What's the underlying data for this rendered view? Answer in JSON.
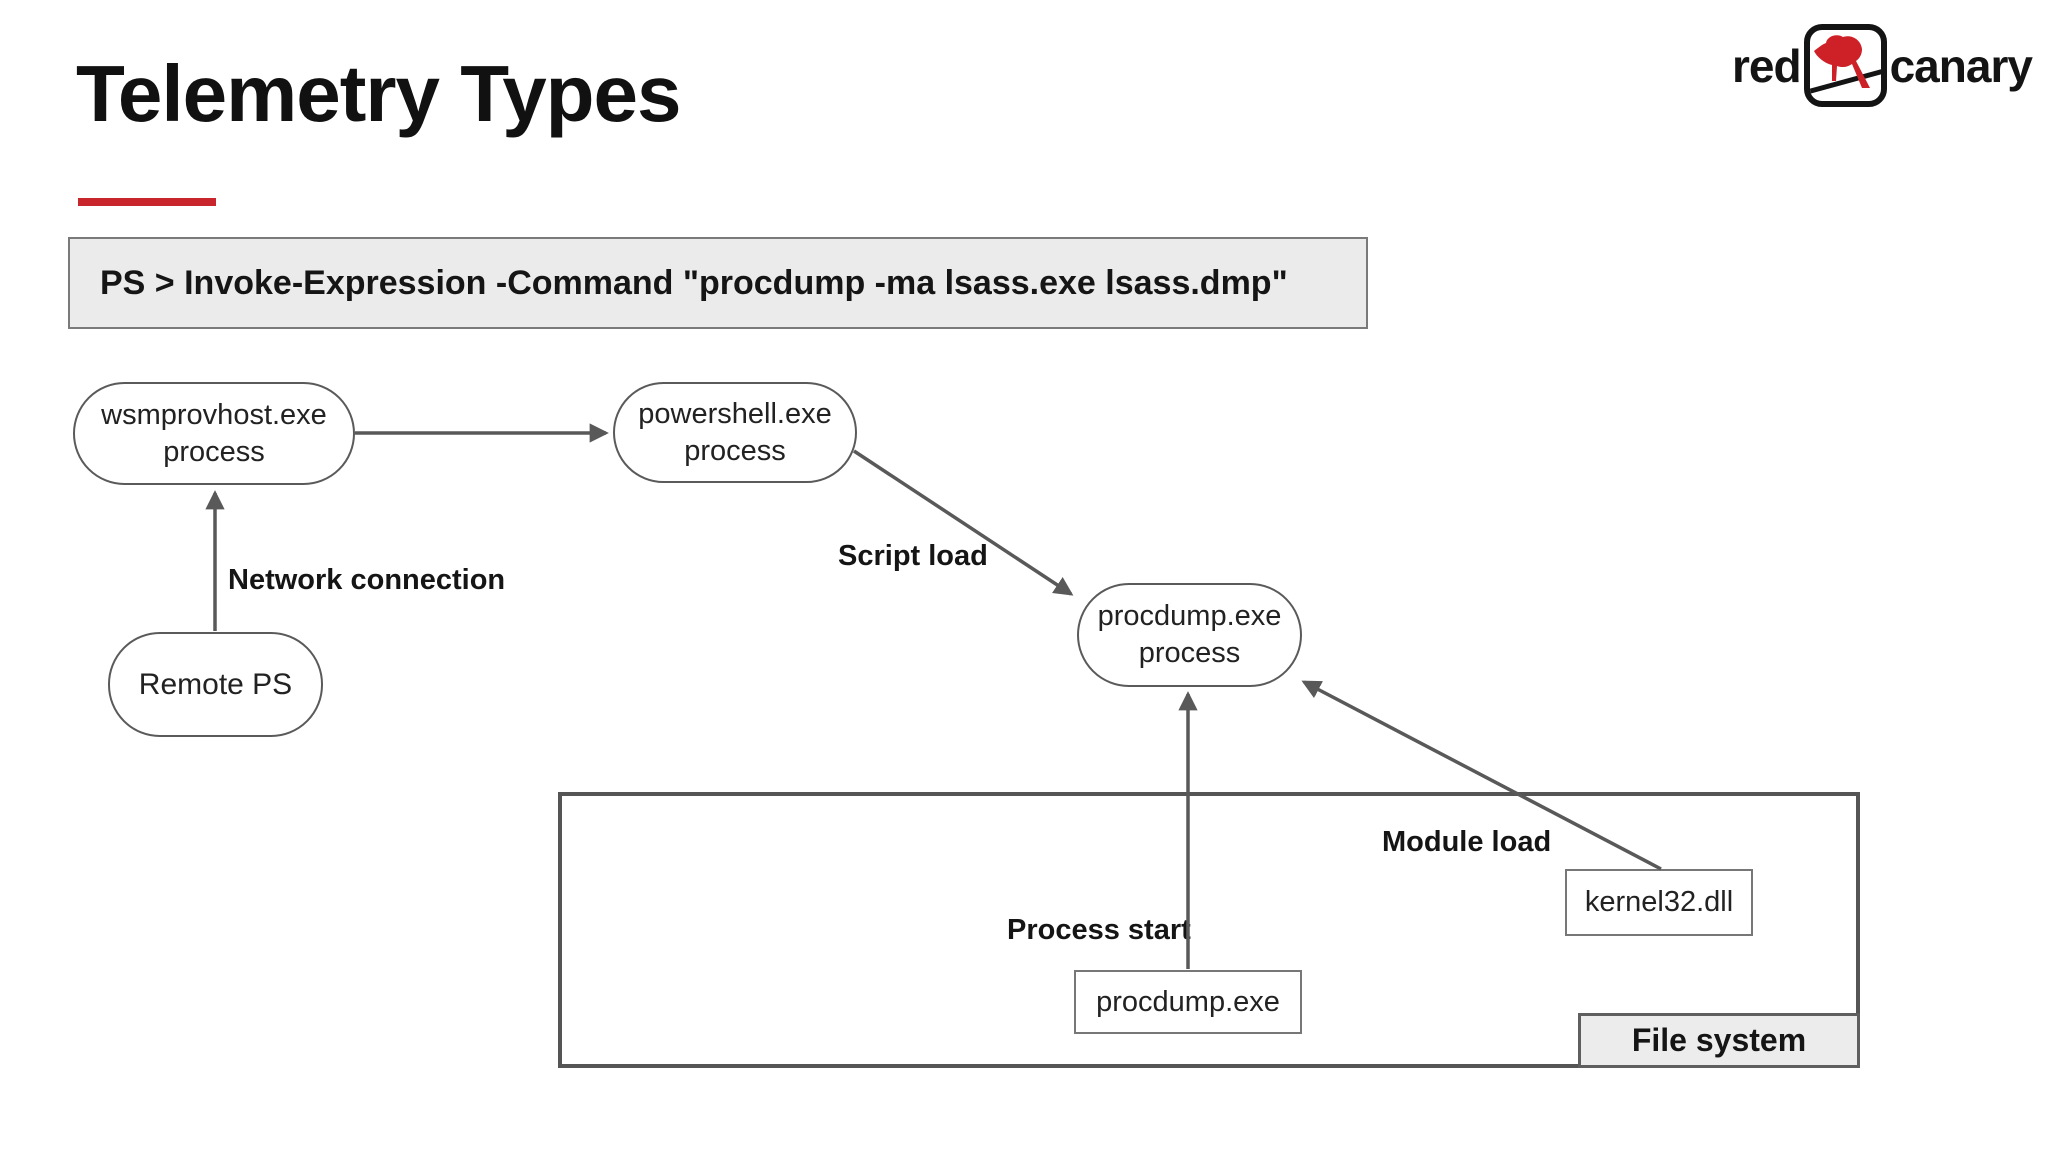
{
  "slide": {
    "title": "Telemetry Types",
    "command": "PS > Invoke-Expression -Command \"procdump -ma lsass.exe lsass.dmp\""
  },
  "logo": {
    "word_left": "red",
    "word_right": "canary",
    "bird_icon": "canary-bird",
    "bird_color": "#CE2027"
  },
  "nodes": {
    "wsmprovhost": {
      "line1": "wsmprovhost.exe",
      "line2": "process"
    },
    "powershell": {
      "line1": "powershell.exe",
      "line2": "process"
    },
    "remote_ps": {
      "label": "Remote PS"
    },
    "procdump_process": {
      "line1": "procdump.exe",
      "line2": "process"
    }
  },
  "edge_labels": {
    "network_connection": "Network connection",
    "script_load": "Script load",
    "module_load": "Module load",
    "process_start": "Process start"
  },
  "file_system": {
    "label": "File system",
    "kernel32": "kernel32.dll",
    "procdump_file": "procdump.exe"
  },
  "colors": {
    "accent_red": "#C9252C",
    "arrow_gray": "#595959",
    "command_bg": "#ebebeb",
    "fs_label_bg": "#ececec"
  }
}
